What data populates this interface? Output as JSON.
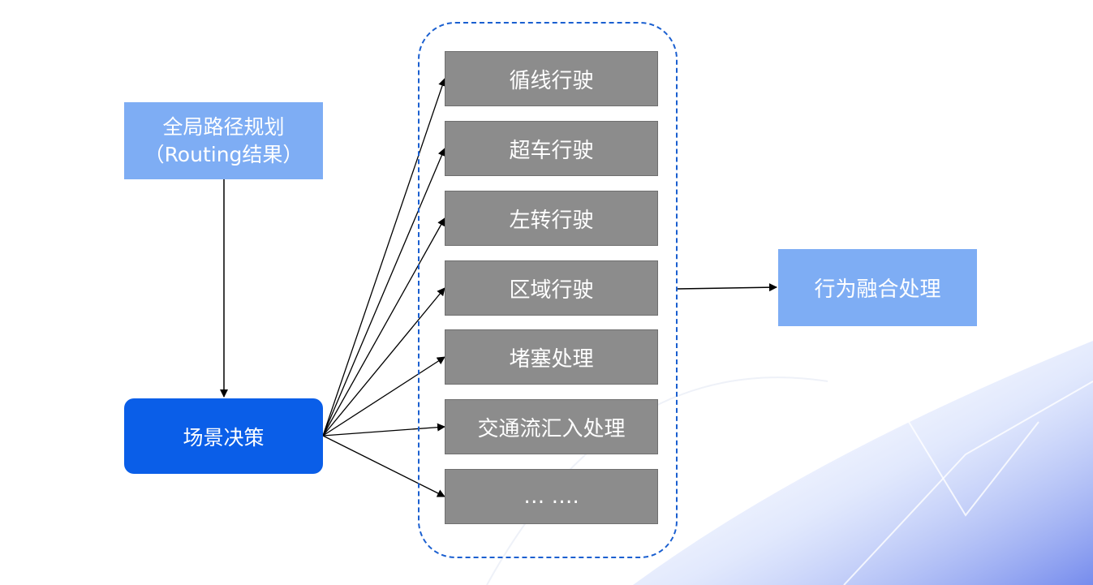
{
  "nodes": {
    "global_routing": {
      "line1": "全局路径规划",
      "line2": "（Routing结果）"
    },
    "scene_decision": "场景决策",
    "behavior_fusion": "行为融合处理"
  },
  "scenarios": [
    "循线行驶",
    "超车行驶",
    "左转行驶",
    "区域行驶",
    "堵塞处理",
    "交通流汇入处理",
    "… …."
  ],
  "colors": {
    "light_blue": "#7eadf4",
    "deep_blue": "#0a5ee8",
    "scenario_gray": "#8c8c8c",
    "dashed_frame": "#1a5fd0"
  }
}
